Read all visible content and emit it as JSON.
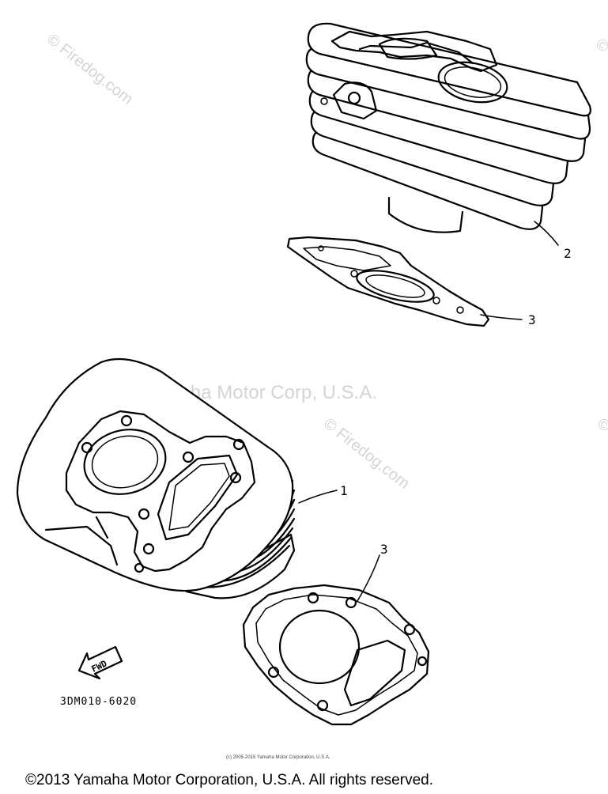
{
  "watermarks": {
    "firedog": "© Firedog.com",
    "yamaha": "Yamaha Motor Corp, U.S.A."
  },
  "callouts": {
    "part2": "2",
    "part3_upper": "3",
    "part1": "1",
    "part3_lower": "3"
  },
  "fwd_label": "FWD",
  "part_code": "3DM010-6020",
  "copyright_small": "(c) 2005-2015 Yamaha Motor Corporation, U.S.A.",
  "copyright_main": "©2013 Yamaha Motor Corporation, U.S.A. All rights reserved."
}
